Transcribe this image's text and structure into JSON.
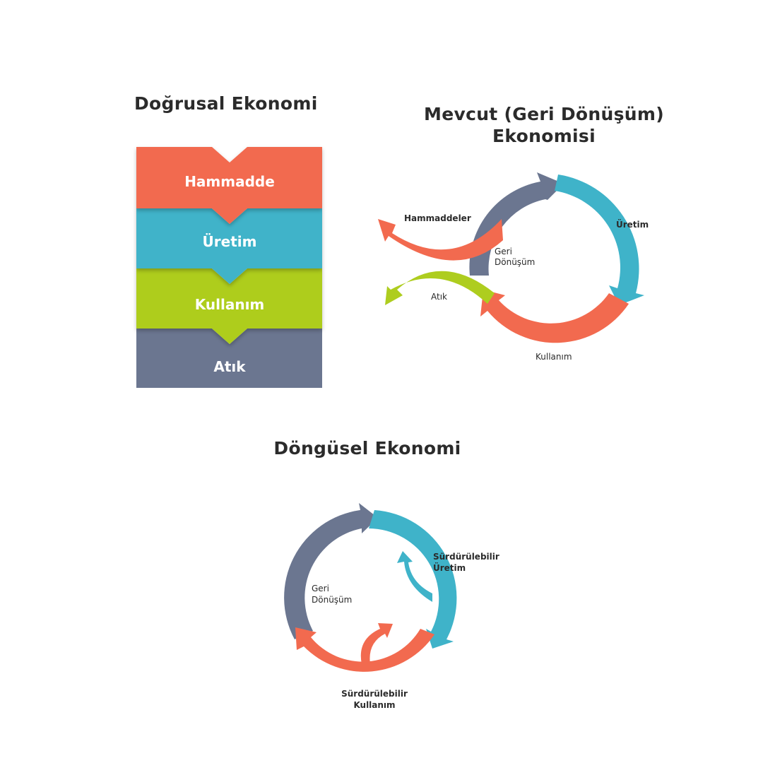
{
  "linear": {
    "title": "Doğrusal Ekonomi",
    "steps": [
      {
        "label": "Hammadde",
        "color": "#f26a4f"
      },
      {
        "label": "Üretim",
        "color": "#3fb3c9"
      },
      {
        "label": "Kullanım",
        "color": "#aecd1f"
      },
      {
        "label": "Atık",
        "color": "#6b7690"
      }
    ]
  },
  "recycling": {
    "title_line1": "Mevcut (Geri Dönüşüm)",
    "title_line2": "Ekonomisi",
    "labels": {
      "raw_materials": "Hammaddeler",
      "production": "Üretim",
      "recycle_line1": "Geri",
      "recycle_line2": "Dönüşüm",
      "waste": "Atık",
      "use": "Kullanım"
    },
    "colors": {
      "blue": "#3fb3c9",
      "gray": "#6b7690",
      "red": "#f26a4f",
      "green": "#aecd1f"
    }
  },
  "circular": {
    "title": "Döngüsel Ekonomi",
    "labels": {
      "recycle_line1": "Geri",
      "recycle_line2": "Dönüşüm",
      "production_line1": "Sürdürülebilir",
      "production_line2": "Üretim",
      "use_line1": "Sürdürülebilir",
      "use_line2": "Kullanım"
    }
  }
}
